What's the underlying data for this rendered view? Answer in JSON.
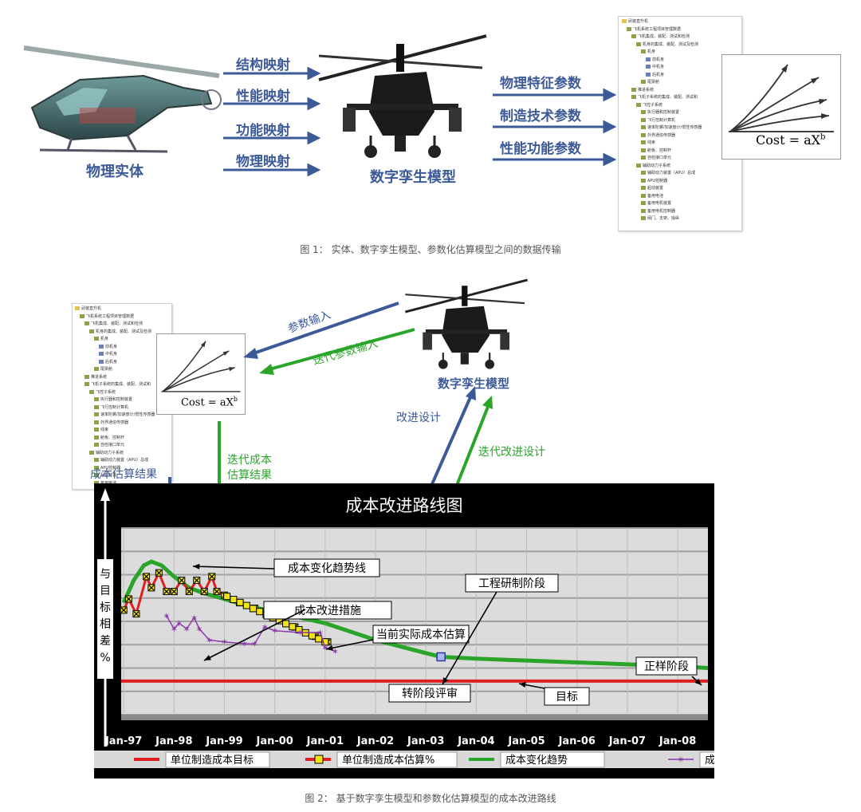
{
  "figure1": {
    "physical_entity_label": "物理实体",
    "digital_twin_label": "数字孪生模型",
    "mappings": [
      "结构映射",
      "性能映射",
      "功能映射",
      "物理映射"
    ],
    "params": [
      "物理特征参数",
      "制造技术参数",
      "性能功能参数"
    ],
    "formula": "Cost = aX",
    "formula_exp": "b",
    "caption": "图 1： 实体、数字孪生模型、参数化估算模型之间的数据传输"
  },
  "tree_items": [
    "武装直升机",
    "飞机系统工程项目管理数据",
    "飞机集成、装配、测试和检测",
    "机身的集成、装配、测试及检测",
    "机身",
    "前机身",
    "中机身",
    "后机身",
    "尾梁舱",
    "推进系统",
    "飞机子系统的集成、装配、测试和",
    "飞控子系统",
    "执行器和控制装置",
    "飞行控制计算机",
    "速率陀螺/加速度计/惯性传感器",
    "外界通信传感器",
    "线束",
    "舱板、控制杆",
    "自检接口单元",
    "辅助动力子系统",
    "辅助动力装置（APU）总成",
    "APU控制器",
    "起动装置",
    "备用电池",
    "备用电机装置",
    "备用电机控制器",
    "阀门、支架、操纵"
  ],
  "figure2": {
    "param_input": "参数输入",
    "iter_param_input": "迭代参数输入",
    "digital_twin_label": "数字孪生模型",
    "improve_design": "改进设计",
    "iter_improve_design": "迭代改进设计",
    "cost_result": "成本估算结果",
    "iter_cost_result_1": "迭代成本",
    "iter_cost_result_2": "估算结果",
    "caption": "图 2： 基于数字孪生模型和参数化估算模型的成本改进路线"
  },
  "chart_data": {
    "type": "line",
    "title": "成本改进路线图",
    "ylabel": "与目标相差%",
    "x_ticks": [
      "Jan-97",
      "Jan-98",
      "Jan-99",
      "Jan-00",
      "Jan-01",
      "Jan-02",
      "Jan-03",
      "Jan-04",
      "Jan-05",
      "Jan-06",
      "Jan-07",
      "Jan-08"
    ],
    "xlim": [
      1996.95,
      2008.6
    ],
    "ylim": [
      0,
      100
    ],
    "series": [
      {
        "name": "单位制造成本目标",
        "color": "#e02020",
        "points": [
          [
            1996.95,
            18
          ],
          [
            2008.6,
            18
          ]
        ]
      },
      {
        "name": "单位制造成本估算%",
        "color": "#e02020",
        "points": [
          [
            1997.0,
            56
          ],
          [
            1997.1,
            62
          ],
          [
            1997.25,
            54
          ],
          [
            1997.45,
            74
          ],
          [
            1997.55,
            68
          ],
          [
            1997.7,
            76
          ],
          [
            1997.85,
            66
          ],
          [
            1998.0,
            66
          ],
          [
            1998.15,
            72
          ],
          [
            1998.3,
            66
          ],
          [
            1998.45,
            72
          ],
          [
            1998.6,
            66
          ],
          [
            1998.75,
            74
          ],
          [
            1998.85,
            66
          ],
          [
            1999.0,
            64
          ],
          [
            1999.3,
            60
          ],
          [
            1999.6,
            57
          ],
          [
            2000.0,
            52
          ],
          [
            2000.4,
            47
          ],
          [
            2000.8,
            42
          ],
          [
            2001.05,
            39
          ]
        ]
      },
      {
        "name": "成本变化趋势",
        "color": "#2aa52a",
        "points": [
          [
            1997.0,
            60
          ],
          [
            1997.2,
            72
          ],
          [
            1997.4,
            80
          ],
          [
            1997.55,
            82
          ],
          [
            1997.75,
            80
          ],
          [
            1998.0,
            74
          ],
          [
            1998.3,
            68
          ],
          [
            1998.6,
            65
          ],
          [
            1999.0,
            62
          ],
          [
            1999.5,
            58
          ],
          [
            2000.0,
            55
          ],
          [
            2001.0,
            49
          ],
          [
            2002.0,
            40
          ],
          [
            2003.0,
            33
          ],
          [
            2003.3,
            31
          ],
          [
            2004.0,
            30
          ],
          [
            2005.0,
            29
          ],
          [
            2006.0,
            28
          ],
          [
            2007.0,
            27
          ],
          [
            2008.0,
            26
          ],
          [
            2008.6,
            25
          ]
        ]
      },
      {
        "name": "成本改进措施",
        "color": "#8a3aa8",
        "points": [
          [
            1997.85,
            53
          ],
          [
            1998.0,
            46
          ],
          [
            1998.1,
            49
          ],
          [
            1998.25,
            46
          ],
          [
            1998.4,
            52
          ],
          [
            1998.5,
            46
          ],
          [
            1998.7,
            40
          ],
          [
            1999.0,
            39
          ],
          [
            1999.4,
            38
          ],
          [
            1999.6,
            38
          ],
          [
            1999.8,
            47
          ],
          [
            2000.0,
            45
          ],
          [
            2000.5,
            44
          ],
          [
            2000.9,
            44
          ],
          [
            2001.0,
            36
          ],
          [
            2001.2,
            34
          ]
        ]
      }
    ],
    "markers": [
      {
        "series": "成本变化趋势",
        "x": 2003.3,
        "y": 31
      },
      {
        "series": "成本变化趋势",
        "x": 1999.9,
        "y": 54
      }
    ],
    "annotations": [
      "成本变化趋势线",
      "成本改进措施",
      "当前实际成本估算",
      "工程研制阶段",
      "正样阶段",
      "转阶段评审",
      "目标"
    ],
    "legend": [
      {
        "name": "单位制造成本目标",
        "style": "line-red"
      },
      {
        "name": "单位制造成本估算%",
        "style": "line-red-x"
      },
      {
        "name": "成本变化趋势",
        "style": "line-green"
      },
      {
        "name": "成本改进措施",
        "style": "line-purple-star"
      }
    ],
    "legend_position": "bottom",
    "grid": true
  }
}
